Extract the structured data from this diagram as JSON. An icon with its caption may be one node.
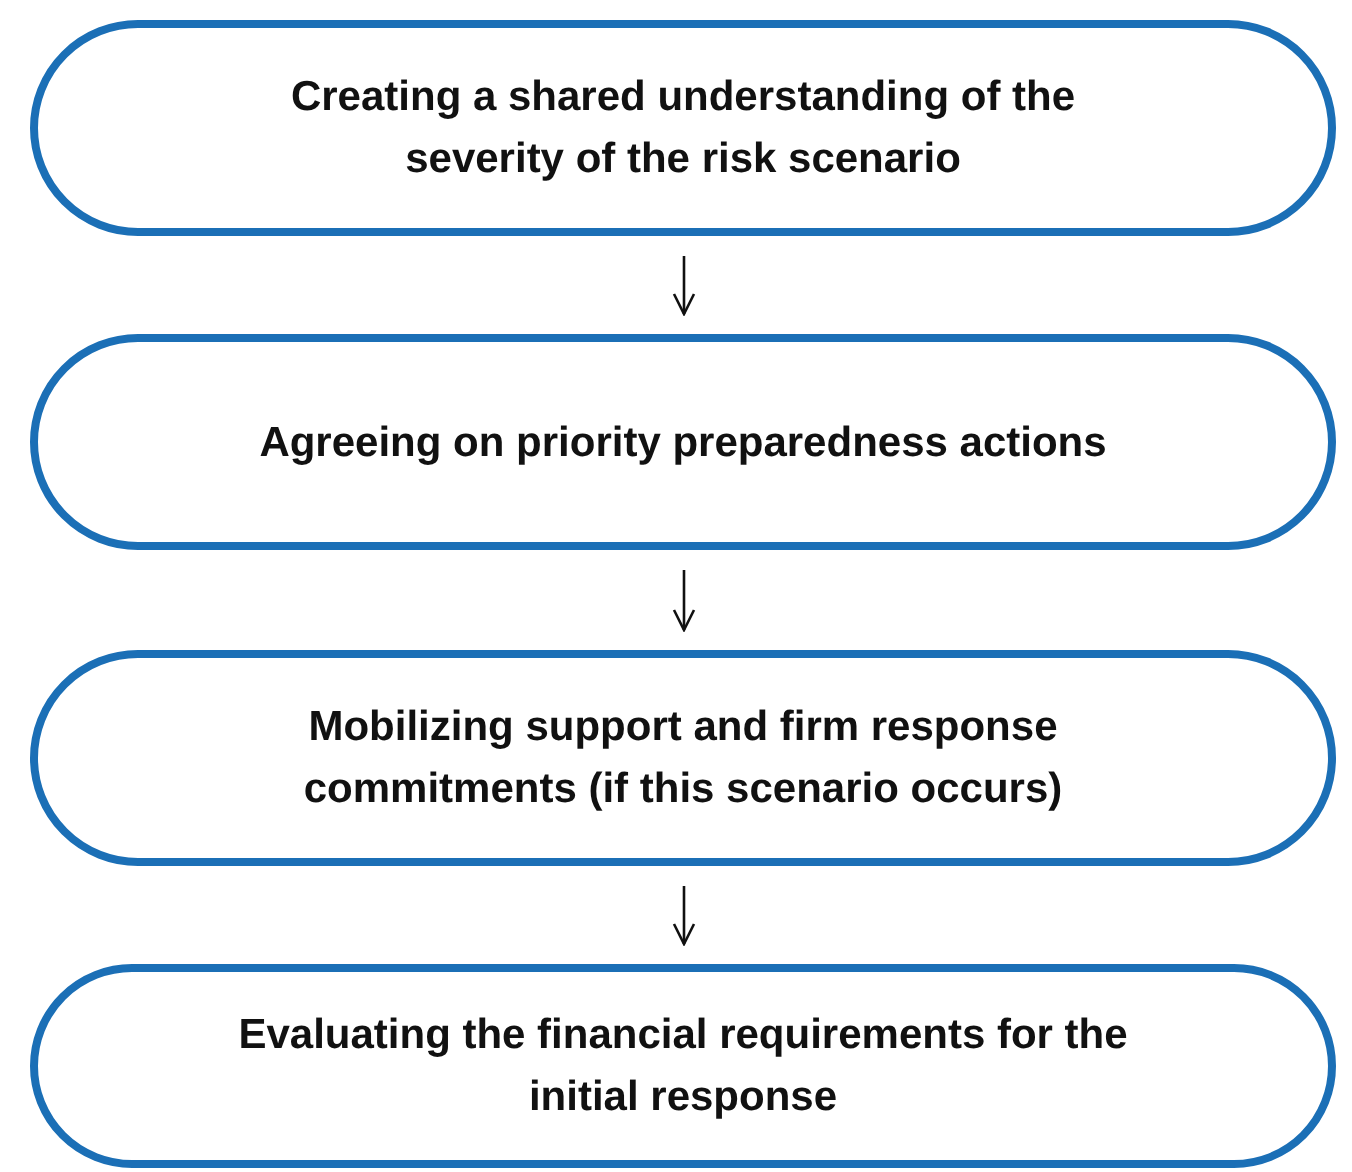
{
  "diagram": {
    "nodes": [
      {
        "text": [
          "Creating a shared understanding of the severity of the risk scenario"
        ]
      },
      {
        "text": [
          "Agreeing on priority preparedness actions"
        ]
      },
      {
        "text": [
          "Mobilizing support and firm response commitments (if this scenario occurs)"
        ]
      },
      {
        "text": [
          "Evaluating the financial requirements for the initial response"
        ]
      }
    ],
    "edges": [
      {
        "from": 0,
        "to": 1,
        "arrow": "to"
      },
      {
        "from": 1,
        "to": 2,
        "arrow": "to"
      },
      {
        "from": 2,
        "to": 3,
        "arrow": "to"
      }
    ]
  }
}
